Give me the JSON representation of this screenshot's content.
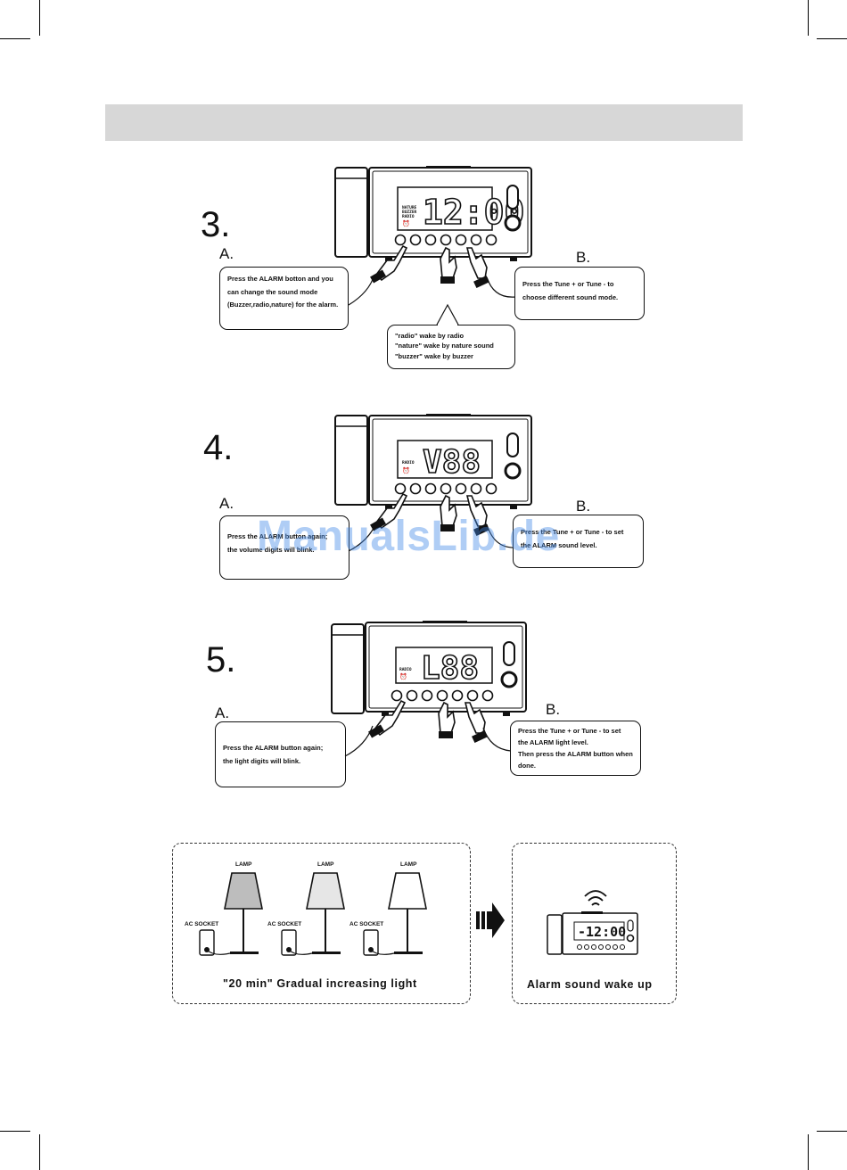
{
  "watermark": "ManualsLib.de",
  "steps": [
    {
      "number": "3.",
      "label_a": "A.",
      "label_b": "B.",
      "display": "12:00",
      "display_indicators": [
        "NATURE",
        "BUZZER",
        "RADIO"
      ],
      "bubble_a": [
        "Press the ALARM botton and you",
        "can change the sound mode",
        "(Buzzer,radio,nature) for the alarm."
      ],
      "bubble_b": [
        "Press the Tune + or Tune - to",
        "choose different sound mode."
      ],
      "bubble_c": [
        "\"radio\" wake by radio",
        "\"nature\" wake by nature sound",
        "\"buzzer\" wake by buzzer"
      ]
    },
    {
      "number": "4.",
      "label_a": "A.",
      "label_b": "B.",
      "display": "V88",
      "display_indicators": [
        "RADIO"
      ],
      "bubble_a": [
        "Press the ALARM button again;",
        "the volume digits will blink."
      ],
      "bubble_b": [
        "Press the Tune + or Tune - to set",
        "the ALARM sound level."
      ]
    },
    {
      "number": "5.",
      "label_a": "A.",
      "label_b": "B.",
      "display": "L88",
      "display_indicators": [
        "RADIO"
      ],
      "bubble_a": [
        "Press the ALARM button again;",
        "the  light  digits will blink."
      ],
      "bubble_b": [
        "Press the Tune + or Tune - to set",
        "the ALARM light level.",
        "Then press the ALARM button when",
        "done."
      ]
    }
  ],
  "bottom": {
    "lamp_label": "LAMP",
    "socket_label": "AC SOCKET",
    "left_caption": "\"20 min\" Gradual increasing light",
    "right_caption": "Alarm sound wake up",
    "mini_display": "-12:00"
  },
  "colors": {
    "header_bar": "#d7d7d7",
    "watermark": "#4187e6",
    "lamp_shades": [
      "#bdbdbd",
      "#e6e6e6",
      "#ffffff"
    ]
  }
}
